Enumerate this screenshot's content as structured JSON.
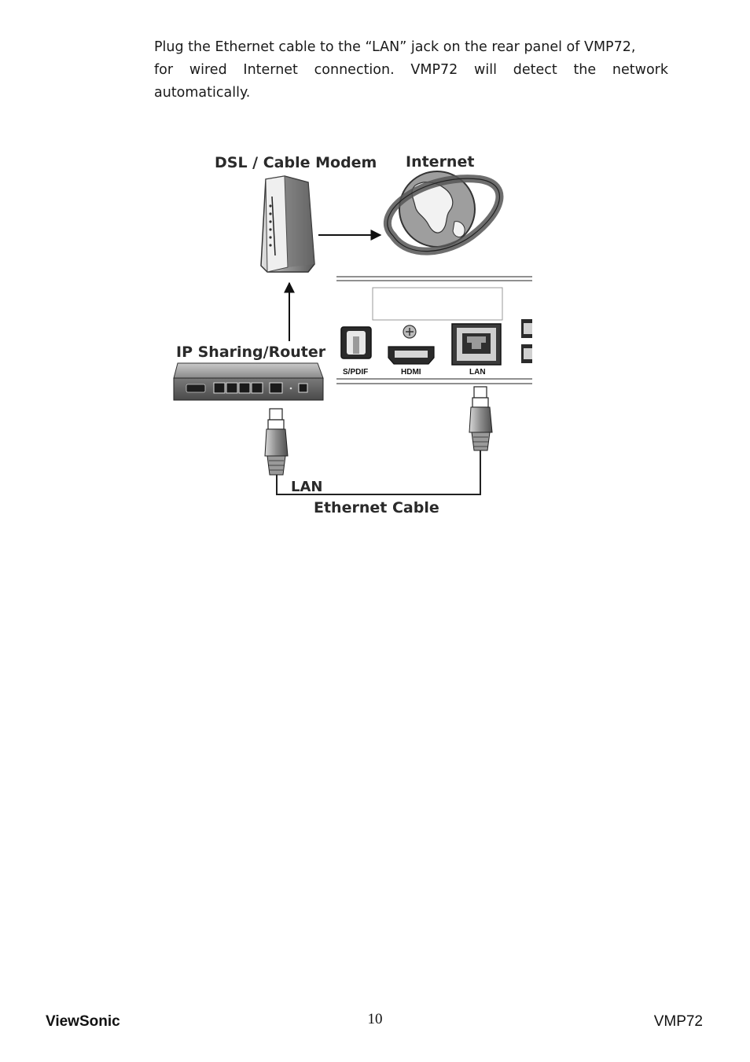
{
  "instruction": {
    "line1": "Plug the Ethernet cable to the “LAN” jack on the rear panel of VMP72,",
    "line2": "for wired Internet connection. VMP72 will detect the network",
    "line3": "automatically."
  },
  "diagram": {
    "modem_label": "DSL / Cable Modem",
    "internet_label": "Internet",
    "router_label": "IP Sharing/Router",
    "lan_label": "LAN",
    "cable_label": "Ethernet Cable",
    "ports": {
      "spdif": "S/PDIF",
      "hdmi": "HDMI",
      "lan": "LAN"
    }
  },
  "footer": {
    "brand": "ViewSonic",
    "page_number": "10",
    "model": "VMP72"
  }
}
